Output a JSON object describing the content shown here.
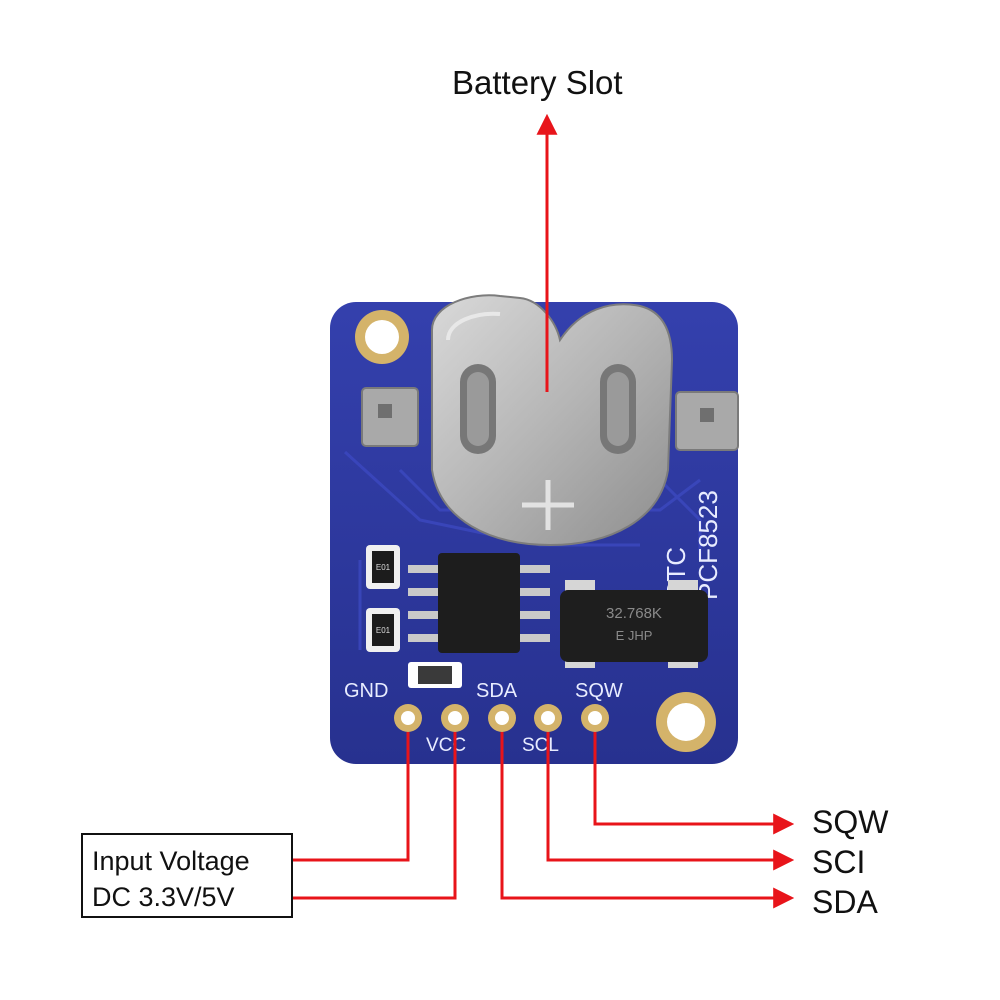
{
  "diagram": {
    "top_label": "Battery Slot",
    "input_voltage": {
      "line1": "Input Voltage",
      "line2": "DC 3.3V/5V"
    },
    "outputs": {
      "sqw": "SQW",
      "sci": "SCI",
      "sda": "SDA"
    }
  },
  "board": {
    "chip_label": "RTC",
    "chip_model": "PCF8523",
    "crystal_marking": "32.768K",
    "crystal_sub": "E  JHP",
    "resistor_code": "E01",
    "pins_top": [
      "GND",
      "SDA",
      "SQW"
    ],
    "pins_bottom": [
      "VCC",
      "SCL"
    ]
  },
  "colors": {
    "pcb": "#2f3aa3",
    "pcb_dark": "#232c85",
    "metal": "#b8b8b8",
    "arrow": "#e8141a",
    "silkscreen": "#e8ecff"
  }
}
